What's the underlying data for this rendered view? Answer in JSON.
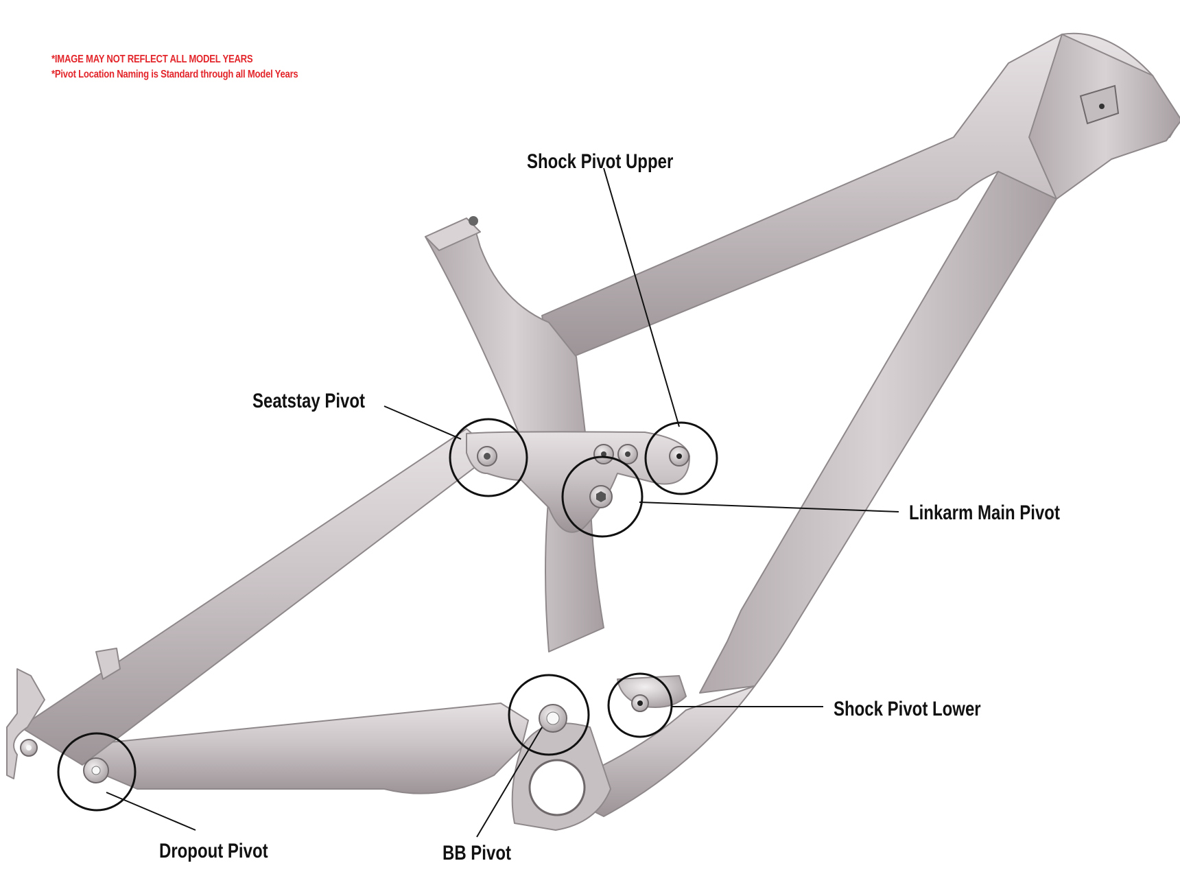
{
  "notes": {
    "line1": "*IMAGE MAY NOT REFLECT ALL MODEL YEARS",
    "line2": "*Pivot Location Naming is Standard through all Model Years"
  },
  "colors": {
    "frame": "#c9c2c4",
    "frame_shadow": "#8f888b",
    "frame_highlight": "#e9e5e6",
    "callout": "#111111",
    "note_red": "#e3262b"
  },
  "pivots": {
    "shock_upper": "Shock Pivot Upper",
    "seatstay": "Seatstay Pivot",
    "linkarm_main": "Linkarm Main Pivot",
    "shock_lower": "Shock Pivot Lower",
    "dropout": "Dropout Pivot",
    "bb": "BB Pivot"
  }
}
